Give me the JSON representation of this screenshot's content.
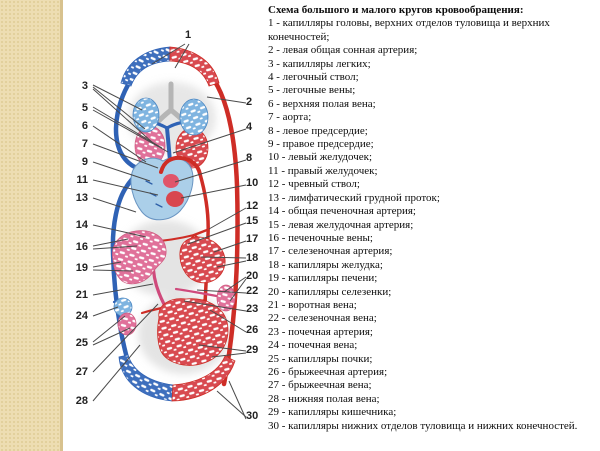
{
  "legend": {
    "title": "Схема большого и малого кругов кровообращения:",
    "items": [
      "1 - капилляры головы, верхних отделов туловища и верхних конечностей;",
      "2 - левая общая сонная артерия;",
      "3 - капилляры легких;",
      "4 - легочный ствол;",
      "5 - легочные вены;",
      "6 - верхняя полая вена;",
      "7 - аорта;",
      "8 - левое предсердие;",
      "9 - правое предсердие;",
      "10 - левый желудочек;",
      "11 - правый желудочек;",
      "12 - чревный ствол;",
      "13 - лимфатический грудной проток;",
      "14 - общая печеночная артерия;",
      "15 - левая желудочная артерия;",
      "16 - печеночные вены;",
      "17 - селезеночная артерия;",
      "18 - капилляры желудка;",
      "19 - капилляры печени;",
      "20 - капилляры селезенки;",
      "21 - воротная вена;",
      "22 - селезеночная вена;",
      "23 - почечная артерия;",
      "24 - почечная вена;",
      "25 - капилляры почки;",
      "26 - брыжеечная артерия;",
      "27 - брыжеечная вена;",
      "28 - нижняя полая вена;",
      "29 - капилляры кишечника;",
      "30 - капилляры нижних отделов туловища и нижних конечностей."
    ]
  },
  "diagram": {
    "numbers": [
      "1",
      "2",
      "3",
      "4",
      "5",
      "6",
      "7",
      "8",
      "9",
      "10",
      "11",
      "12",
      "13",
      "14",
      "15",
      "16",
      "17",
      "18",
      "19",
      "20",
      "21",
      "22",
      "23",
      "24",
      "25",
      "26",
      "27",
      "28",
      "29",
      "30"
    ]
  },
  "colors": {
    "artery_red": "#ce2d26",
    "vein_blue": "#2f62b5",
    "capillary_pink": "#e0719a",
    "capillary_red": "#d84a50",
    "capillary_light_blue": "#7fb4e0",
    "heart_light_blue": "#abcfe9",
    "portal_magenta": "#cf4a7c",
    "organ_gray": "#d7d7d7",
    "sidebar_tan": "#edddb2"
  }
}
